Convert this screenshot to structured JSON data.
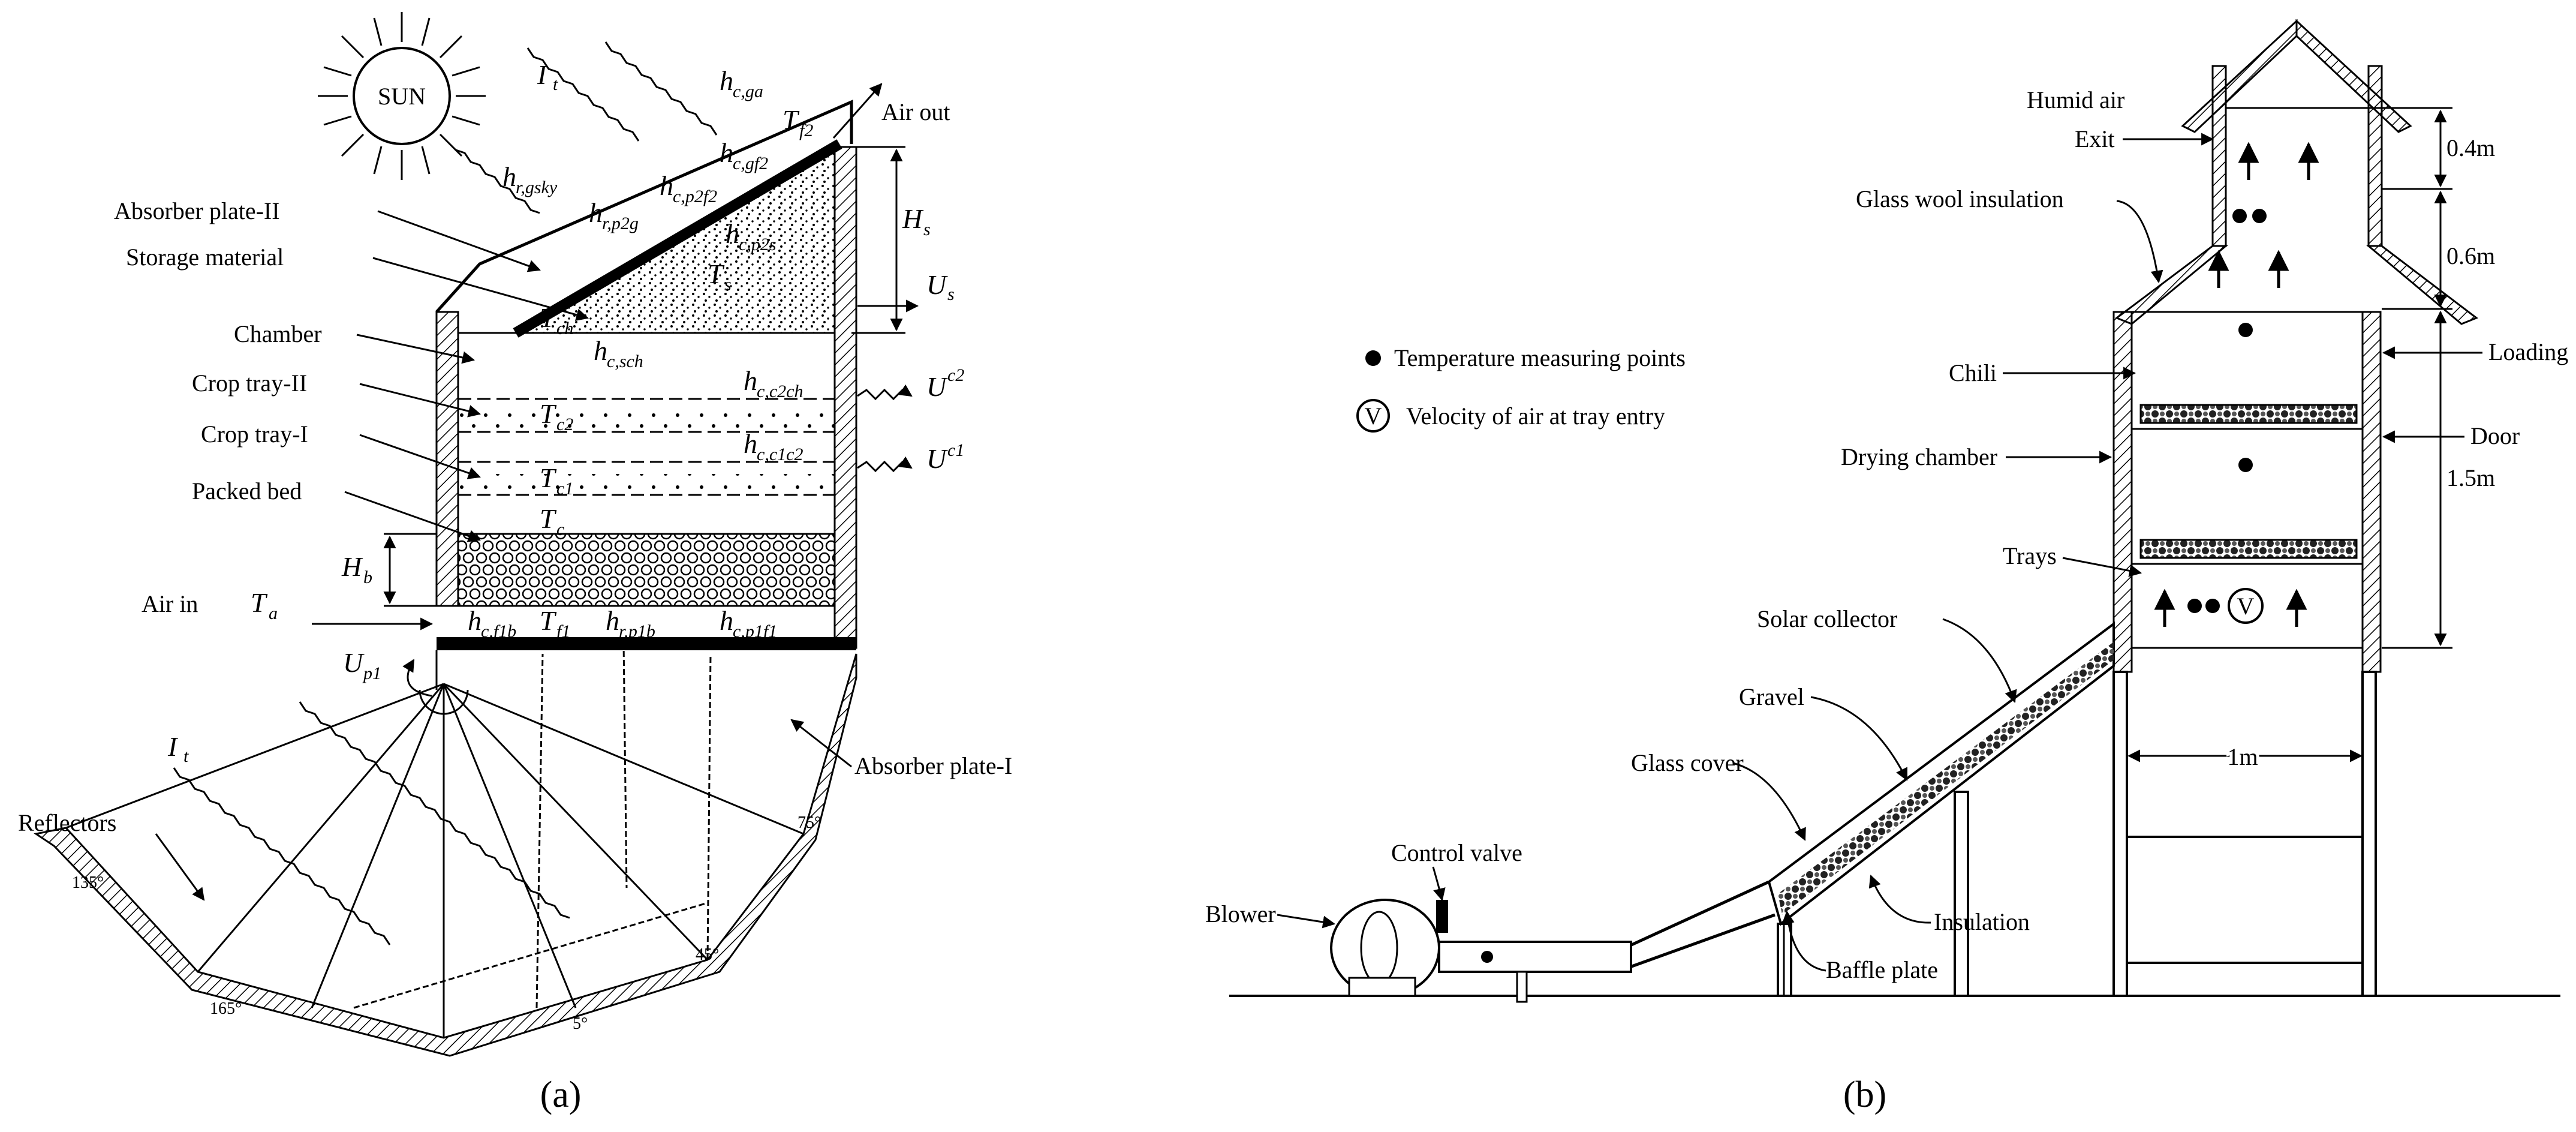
{
  "panel_a": {
    "sun": "SUN",
    "labels": {
      "absorber2": "Absorber plate-II",
      "storage": "Storage material",
      "chamber": "Chamber",
      "tray2": "Crop tray-II",
      "tray1": "Crop tray-I",
      "packed_bed": "Packed bed",
      "air_in": "Air in",
      "air_out": "Air out",
      "reflectors": "Reflectors",
      "absorber1": "Absorber plate-I"
    },
    "symbols": {
      "It": "I",
      "It_sub": "t",
      "Hs": "H",
      "Hs_sub": "s",
      "Hb": "H",
      "Hb_sub": "b",
      "Ta": "T",
      "Ta_sub": "a",
      "Tch": "T",
      "Tch_sub": "ch",
      "Tc2": "T",
      "Tc2_sub": "c2",
      "Tc1": "T",
      "Tc1_sub": "c1",
      "Tc": "T",
      "Tc_sub": "c",
      "Tf1": "T",
      "Tf1_sub": "f1",
      "Tf2": "T",
      "Tf2_sub": "f2",
      "Ts": "T",
      "Ts_sub": "s",
      "Us": "U",
      "Us_sub": "s",
      "Uc2": "U",
      "Uc2_sub": "c2",
      "Uc1": "U",
      "Uc1_sub": "c1",
      "Up1": "U",
      "Up1_sub": "p1",
      "hcga": "h",
      "hcga_sub": "c,ga",
      "hcgf2": "h",
      "hcgf2_sub": "c,gf2",
      "hcp2f2": "h",
      "hcp2f2_sub": "c,p2f2",
      "hrgsky": "h",
      "hrgsky_sub": "r,gsky",
      "hrp2g": "h",
      "hrp2g_sub": "r,p2g",
      "hcp2s": "h",
      "hcp2s_sub": "c,p2s",
      "hcsch": "h",
      "hcsch_sub": "c,sch",
      "hcc2ch": "h",
      "hcc2ch_sub": "c,c2ch",
      "hcc1c2": "h",
      "hcc1c2_sub": "c,c1c2",
      "hcf1b": "h",
      "hcf1b_sub": "c,f1b",
      "hrp1b": "h",
      "hrp1b_sub": "r,p1b",
      "hcp1f1": "h",
      "hcp1f1_sub": "c,p1f1"
    },
    "angles": {
      "a75": "75°",
      "a135": "135°",
      "a165": "165°",
      "a45": "45°",
      "a5": "5°"
    },
    "caption": "(a)"
  },
  "panel_b": {
    "legend": {
      "temp": "Temperature measuring points",
      "vel_symbol": "V",
      "vel": "Velocity of air at tray entry"
    },
    "labels": {
      "humid_air": "Humid air",
      "exit": "Exit",
      "glass_wool": "Glass wool insulation",
      "chili": "Chili",
      "drying_chamber": "Drying chamber",
      "trays": "Trays",
      "solar_collector": "Solar collector",
      "gravel": "Gravel",
      "glass_cover": "Glass cover",
      "control_valve": "Control valve",
      "blower": "Blower",
      "insulation": "Insulation",
      "baffle_plate": "Baffle plate",
      "loading": "Loading",
      "door": "Door"
    },
    "dimensions": {
      "d04": "0.4m",
      "d06": "0.6m",
      "d15": "1.5m",
      "d1": "1m"
    },
    "caption": "(b)"
  }
}
